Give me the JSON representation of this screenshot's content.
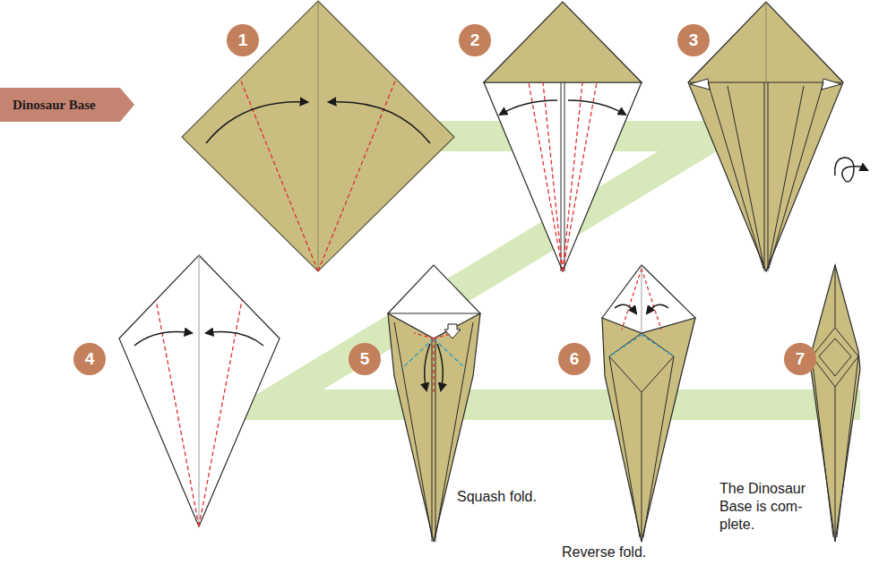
{
  "diagram": {
    "nodes": [
      {
        "text": [
          "Dinosaur Base"
        ]
      },
      {
        "text": [
          "1"
        ]
      },
      {
        "text": [
          "2"
        ]
      },
      {
        "text": [
          "3"
        ]
      },
      {
        "text": [
          "4"
        ]
      },
      {
        "text": [
          "5"
        ]
      },
      {
        "text": [
          "6"
        ]
      },
      {
        "text": [
          "7"
        ]
      }
    ],
    "labels": [
      "Squash fold.",
      "Reverse fold.",
      "The Dinosaur Base is com- plete."
    ]
  }
}
